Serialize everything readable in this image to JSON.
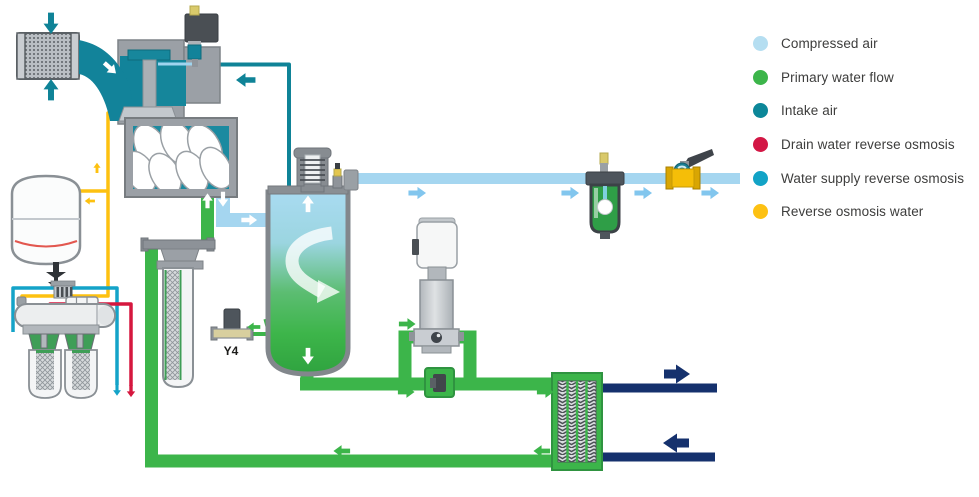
{
  "diagram": {
    "labels": {
      "y4": "Y4"
    },
    "colors": {
      "compressed_air": "#a5d6f0",
      "compressed_air_arrow": "#82c6ee",
      "primary_water_flow": "#3cb54a",
      "intake_air": "#0f8397",
      "drain_water_reverse_osmosis": "#d5173e",
      "water_supply_reverse_osmosis": "#14a3c8",
      "reverse_osmosis_water": "#fdc110",
      "cooling_water": "#15316d",
      "housing_gray": "#9ba0a6",
      "outline_gray": "#8a9095"
    },
    "components": [
      "air-intake-filter",
      "inlet-valve-assembly",
      "unloader-solenoid-valve",
      "screw-element",
      "separator-vessel",
      "minimum-pressure-valve",
      "pressure-sensor",
      "condensate-separator",
      "ball-valve",
      "y4-solenoid-valve",
      "water-filter",
      "pressure-tank",
      "reverse-osmosis-unit",
      "water-pump",
      "thermostatic-valve",
      "heat-exchanger"
    ]
  },
  "legend": {
    "items": [
      {
        "label": "Compressed air",
        "color": "#b5def1"
      },
      {
        "label": "Primary water flow",
        "color": "#3cb54a"
      },
      {
        "label": "Intake air",
        "color": "#0c8799"
      },
      {
        "label": "Drain water reverse osmosis",
        "color": "#d31745"
      },
      {
        "label": "Water supply reverse osmosis",
        "color": "#12a3c6"
      },
      {
        "label": "Reverse osmosis water",
        "color": "#fdc113"
      }
    ]
  }
}
